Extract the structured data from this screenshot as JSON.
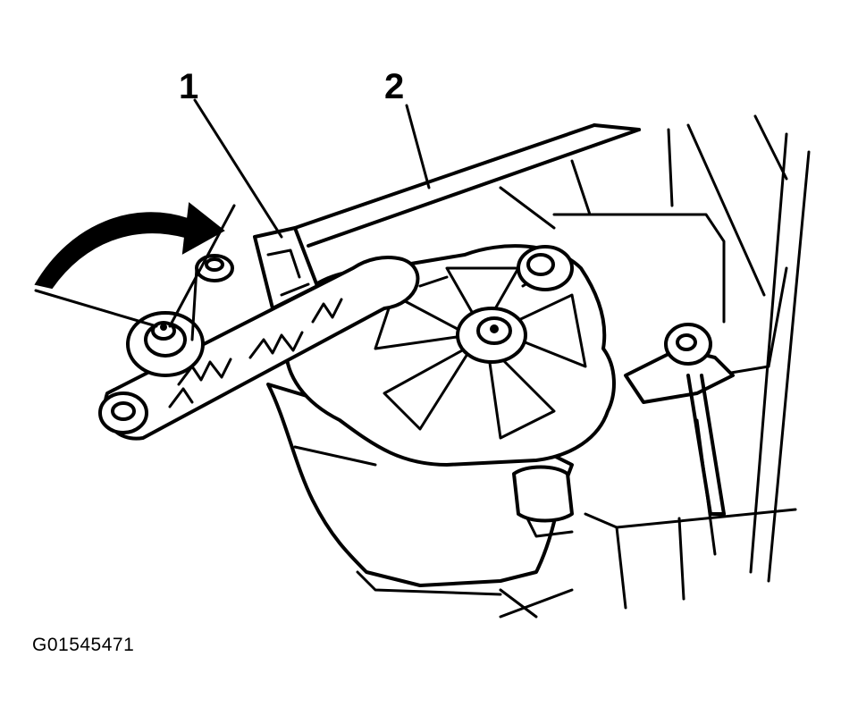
{
  "figure": {
    "id_label": "G01545471",
    "callouts": [
      {
        "number": "1"
      },
      {
        "number": "2"
      }
    ]
  }
}
